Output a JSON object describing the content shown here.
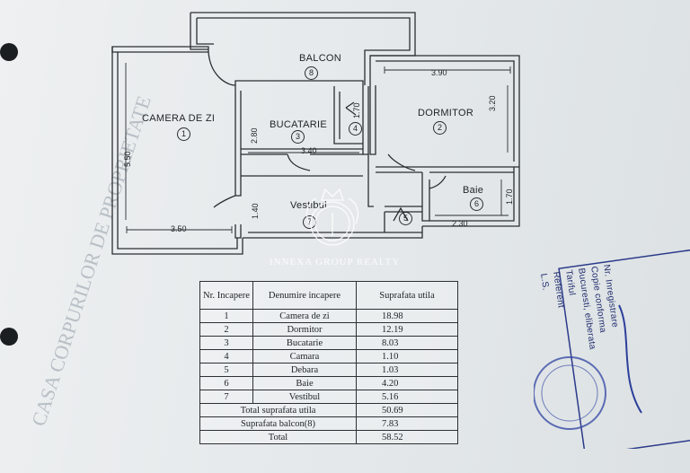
{
  "background": {
    "heading": "CASA CORPURILOR DE PROPRIETATE"
  },
  "plan": {
    "rooms": [
      {
        "name": "BALCON",
        "number": "8"
      },
      {
        "name": "CAMERA DE ZI",
        "number": "1"
      },
      {
        "name": "BUCATARIE",
        "number": "3"
      },
      {
        "name": "",
        "number": "4"
      },
      {
        "name": "DORMITOR",
        "number": "2"
      },
      {
        "name": "Baie",
        "number": "6"
      },
      {
        "name": "Vestibul",
        "number": "7"
      },
      {
        "name": "",
        "number": "5"
      }
    ],
    "dimensions": {
      "living_width": "3.50",
      "living_height": "5.50",
      "kitchen_width": "3.40",
      "kitchen_height": "2.80",
      "camara_height": "1.70",
      "bedroom_width": "3.90",
      "bedroom_height": "3.20",
      "vestibul_height": "1.40",
      "bath_width": "2.30",
      "bath_height": "1.70"
    }
  },
  "watermark": "INNEXA GROUP REALTY",
  "table": {
    "headers": [
      "Nr. Incapere",
      "Denumire incapere",
      "Suprafata utila"
    ],
    "rows": [
      [
        "1",
        "Camera de zi",
        "18.98"
      ],
      [
        "2",
        "Dormitor",
        "12.19"
      ],
      [
        "3",
        "Bucatarie",
        "8.03"
      ],
      [
        "4",
        "Camara",
        "1.10"
      ],
      [
        "5",
        "Debara",
        "1.03"
      ],
      [
        "6",
        "Baie",
        "4.20"
      ],
      [
        "7",
        "Vestibul",
        "5.16"
      ]
    ],
    "totals": [
      {
        "label": "Total suprafata utila",
        "value": "50.69"
      },
      {
        "label": "Suprafata balcon(8)",
        "value": "7.83"
      },
      {
        "label": "Total",
        "value": "58.52"
      }
    ]
  },
  "stamp": {
    "lines": [
      "Nr. Inregistrare",
      "Copie conforma",
      "Bucuresti, eliberata",
      "Tariful",
      "Referent",
      "L.S."
    ]
  }
}
